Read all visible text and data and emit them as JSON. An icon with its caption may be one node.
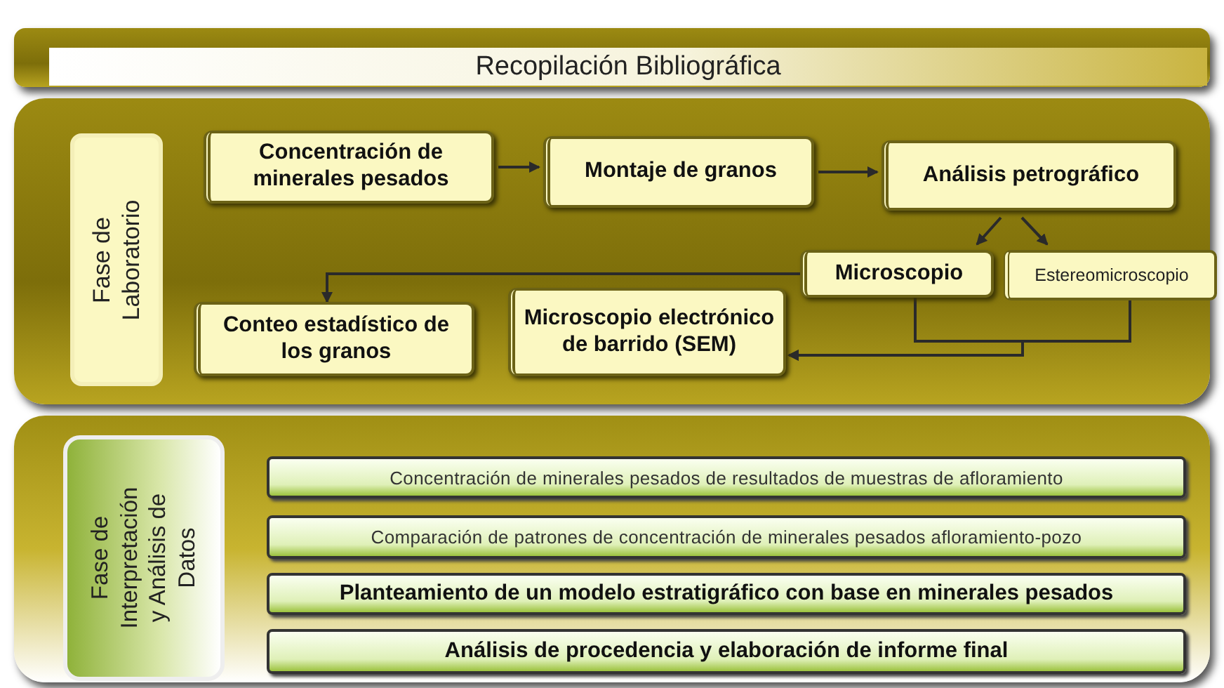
{
  "diagram": {
    "nodes": [
      {
        "text": [
          "Recopilación Bibliográfica"
        ]
      },
      {
        "text": [
          "Fase de Laboratorio"
        ]
      },
      {
        "text": [
          "Concentración de minerales pesados"
        ]
      },
      {
        "text": [
          "Montaje de granos"
        ]
      },
      {
        "text": [
          "Análisis petrográfico"
        ]
      },
      {
        "text": [
          "Microscopio"
        ]
      },
      {
        "text": [
          "Estereomicroscopio"
        ]
      },
      {
        "text": [
          "Conteo estadístico de los granos"
        ]
      },
      {
        "text": [
          "Microscopio electrónico de barrido (SEM)"
        ]
      },
      {
        "text": [
          "Fase de Interpretación y Análisis de Datos"
        ]
      },
      {
        "text": [
          "Concentración de minerales pesados de resultados de muestras de afloramiento"
        ]
      },
      {
        "text": [
          "Comparación de patrones de concentración de minerales pesados afloramiento-pozo"
        ]
      },
      {
        "text": [
          "Planteamiento de un modelo estratigráfico con base en minerales pesados"
        ]
      },
      {
        "text": [
          "Análisis de procedencia y elaboración de informe final"
        ]
      }
    ],
    "edges": [
      {
        "from": 2,
        "to": 3,
        "arrow": "to"
      },
      {
        "from": 3,
        "to": 4,
        "arrow": "to"
      },
      {
        "from": 4,
        "to": 5,
        "arrow": "to"
      },
      {
        "from": 4,
        "to": 6,
        "arrow": "to"
      },
      {
        "from": 5,
        "to": 7,
        "arrow": "to"
      },
      {
        "from": 5,
        "to": 8,
        "arrow": "to"
      },
      {
        "from": 6,
        "to": 8,
        "arrow": "to"
      }
    ]
  }
}
